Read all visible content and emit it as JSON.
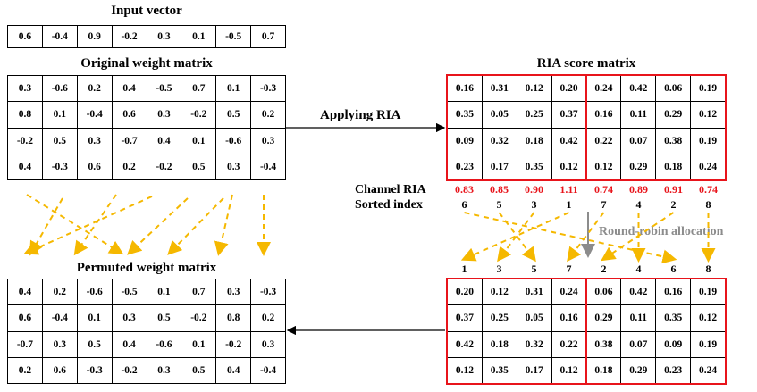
{
  "input_vector": {
    "title": "Input vector",
    "values": [
      "0.6",
      "-0.4",
      "0.9",
      "-0.2",
      "0.3",
      "0.1",
      "-0.5",
      "0.7"
    ]
  },
  "original_matrix": {
    "title": "Original weight matrix",
    "rows": [
      [
        "0.3",
        "-0.6",
        "0.2",
        "0.4",
        "-0.5",
        "0.7",
        "0.1",
        "-0.3"
      ],
      [
        "0.8",
        "0.1",
        "-0.4",
        "0.6",
        "0.3",
        "-0.2",
        "0.5",
        "0.2"
      ],
      [
        "-0.2",
        "0.5",
        "0.3",
        "-0.7",
        "0.4",
        "0.1",
        "-0.6",
        "0.3"
      ],
      [
        "0.4",
        "-0.3",
        "0.6",
        "0.2",
        "-0.2",
        "0.5",
        "0.3",
        "-0.4"
      ]
    ]
  },
  "permuted_matrix": {
    "title": "Permuted weight matrix",
    "rows": [
      [
        "0.4",
        "0.2",
        "-0.6",
        "-0.5",
        "0.1",
        "0.7",
        "0.3",
        "-0.3"
      ],
      [
        "0.6",
        "-0.4",
        "0.1",
        "0.3",
        "0.5",
        "-0.2",
        "0.8",
        "0.2"
      ],
      [
        "-0.7",
        "0.3",
        "0.5",
        "0.4",
        "-0.6",
        "0.1",
        "-0.2",
        "0.3"
      ],
      [
        "0.2",
        "0.6",
        "-0.3",
        "-0.2",
        "0.3",
        "0.5",
        "0.4",
        "-0.4"
      ]
    ]
  },
  "ria_matrix": {
    "title": "RIA score matrix",
    "rows": [
      [
        "0.16",
        "0.31",
        "0.12",
        "0.20",
        "0.24",
        "0.42",
        "0.06",
        "0.19"
      ],
      [
        "0.35",
        "0.05",
        "0.25",
        "0.37",
        "0.16",
        "0.11",
        "0.29",
        "0.12"
      ],
      [
        "0.09",
        "0.32",
        "0.18",
        "0.42",
        "0.22",
        "0.07",
        "0.38",
        "0.19"
      ],
      [
        "0.23",
        "0.17",
        "0.35",
        "0.12",
        "0.12",
        "0.29",
        "0.18",
        "0.24"
      ]
    ]
  },
  "channel_ria": {
    "label": "Channel RIA",
    "values": [
      "0.83",
      "0.85",
      "0.90",
      "1.11",
      "0.74",
      "0.89",
      "0.91",
      "0.74"
    ]
  },
  "sorted_index": {
    "label": "Sorted index",
    "values": [
      "6",
      "5",
      "3",
      "1",
      "7",
      "4",
      "2",
      "8"
    ]
  },
  "allocated_index": {
    "values": [
      "1",
      "3",
      "5",
      "7",
      "2",
      "4",
      "6",
      "8"
    ]
  },
  "allocated_ria_matrix": {
    "rows": [
      [
        "0.20",
        "0.12",
        "0.31",
        "0.24",
        "0.06",
        "0.42",
        "0.16",
        "0.19"
      ],
      [
        "0.37",
        "0.25",
        "0.05",
        "0.16",
        "0.29",
        "0.11",
        "0.35",
        "0.12"
      ],
      [
        "0.42",
        "0.18",
        "0.32",
        "0.22",
        "0.38",
        "0.07",
        "0.09",
        "0.19"
      ],
      [
        "0.12",
        "0.35",
        "0.17",
        "0.12",
        "0.18",
        "0.29",
        "0.23",
        "0.24"
      ]
    ]
  },
  "labels": {
    "applying_ria": "Applying RIA",
    "round_robin": "Round-robin allocation"
  },
  "colors": {
    "highlight_red": "#e8141b",
    "arrow_yellow": "#f5b800",
    "arrow_gray": "#8c8c8c"
  }
}
